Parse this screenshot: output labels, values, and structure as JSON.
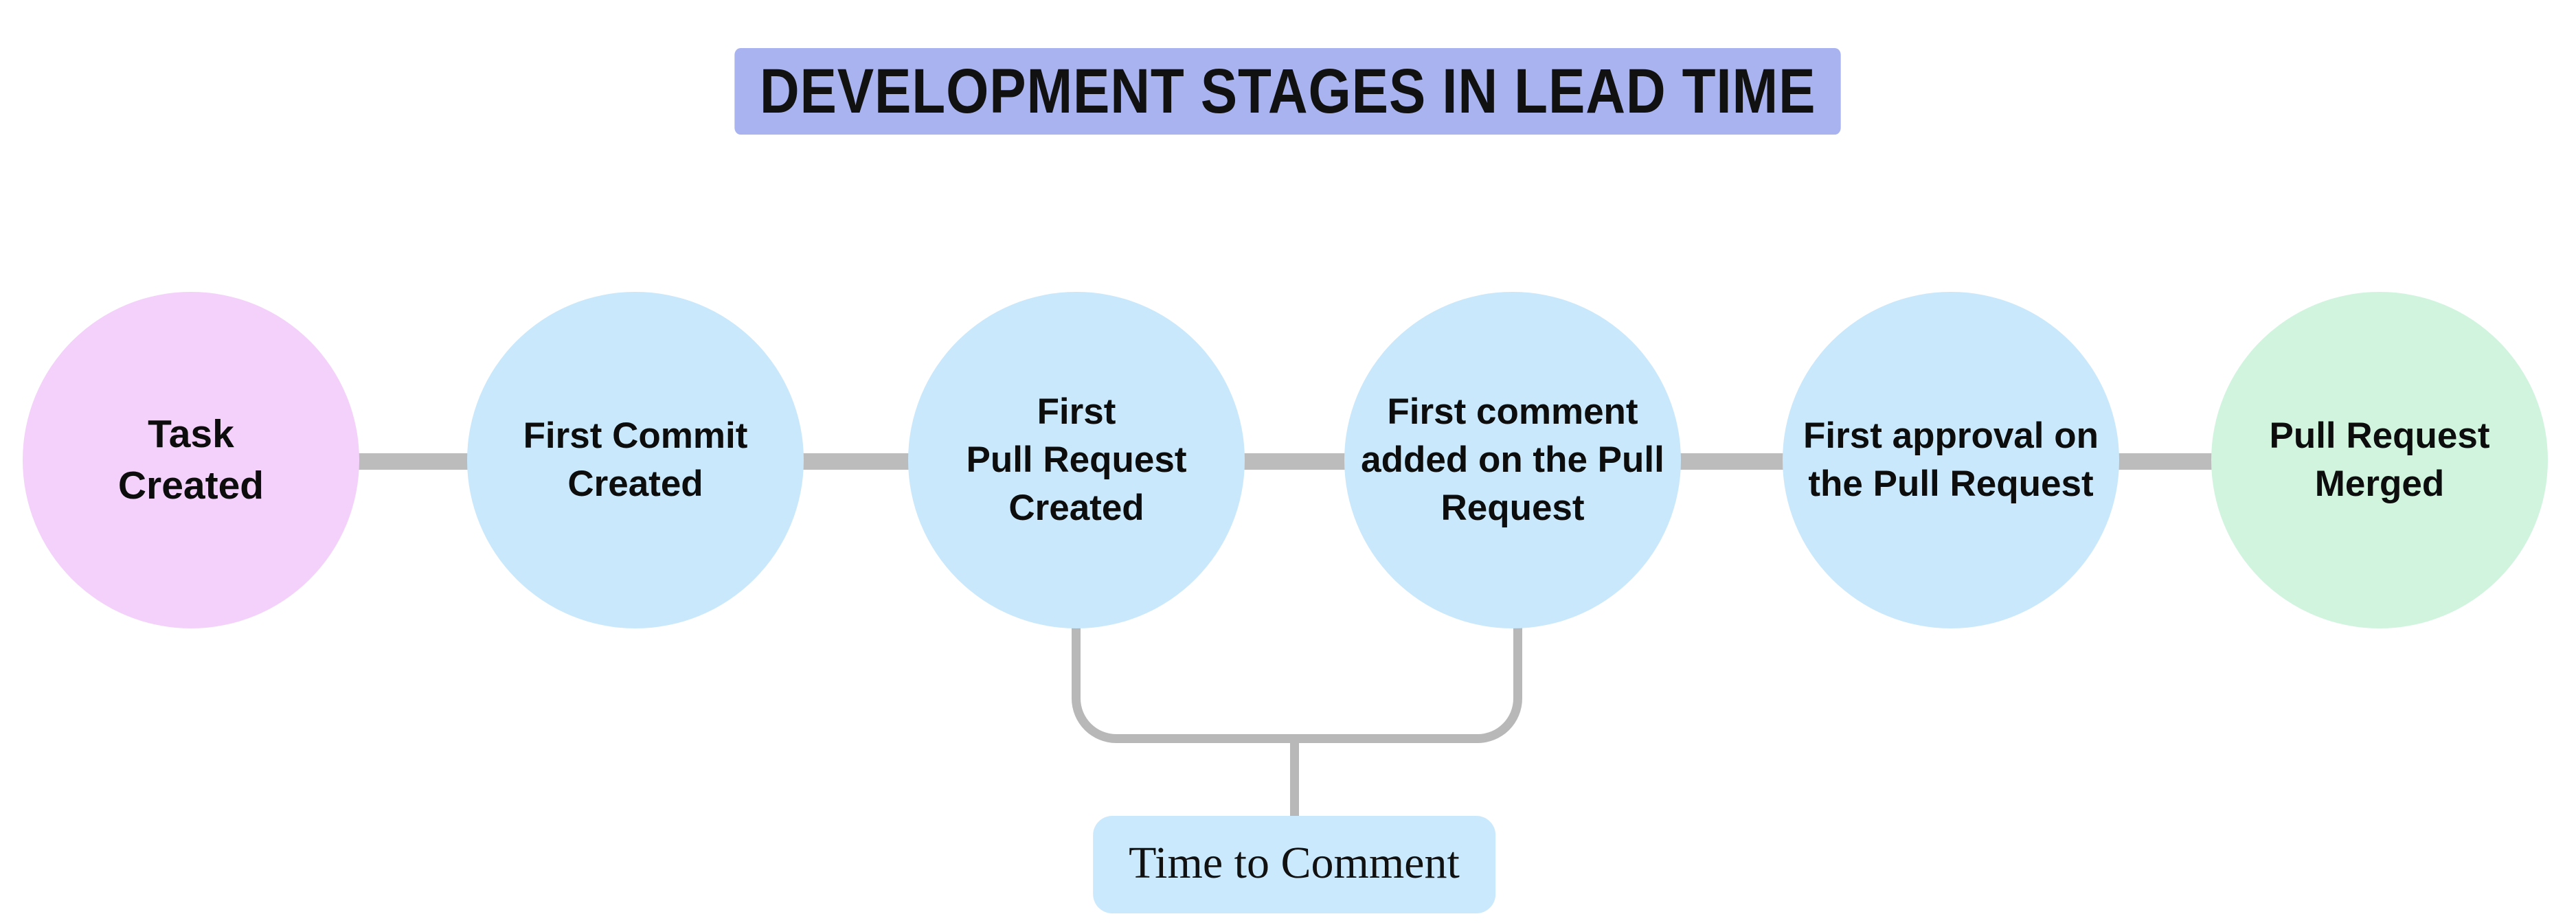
{
  "page": {
    "background": "#ffffff"
  },
  "title": {
    "text": "DEVELOPMENT STAGES IN LEAD TIME",
    "background": "#a9b3ef",
    "text_color": "#111111"
  },
  "stages": [
    {
      "id": "task-created",
      "label": "Task\nCreated",
      "fill": "#f4d1fa"
    },
    {
      "id": "first-commit-created",
      "label": "First Commit\nCreated",
      "fill": "#c9e8fb"
    },
    {
      "id": "first-pull-request-created",
      "label": "First\nPull Request\nCreated",
      "fill": "#c9e8fb"
    },
    {
      "id": "first-comment-added",
      "label": "First comment\nadded on the Pull\nRequest",
      "fill": "#c9e8fb"
    },
    {
      "id": "first-approval",
      "label": "First approval on\nthe Pull Request",
      "fill": "#c9e8fb"
    },
    {
      "id": "pull-request-merged",
      "label": "Pull Request\nMerged",
      "fill": "#d0f4de"
    }
  ],
  "connector": {
    "color": "#bcbcbc"
  },
  "bracket": {
    "color": "#b8b8b8",
    "spans_from": "first-pull-request-created",
    "spans_to": "first-comment-added"
  },
  "annotation": {
    "label": "Time to Comment",
    "background": "#cbe9fc",
    "text_color": "#111111"
  }
}
